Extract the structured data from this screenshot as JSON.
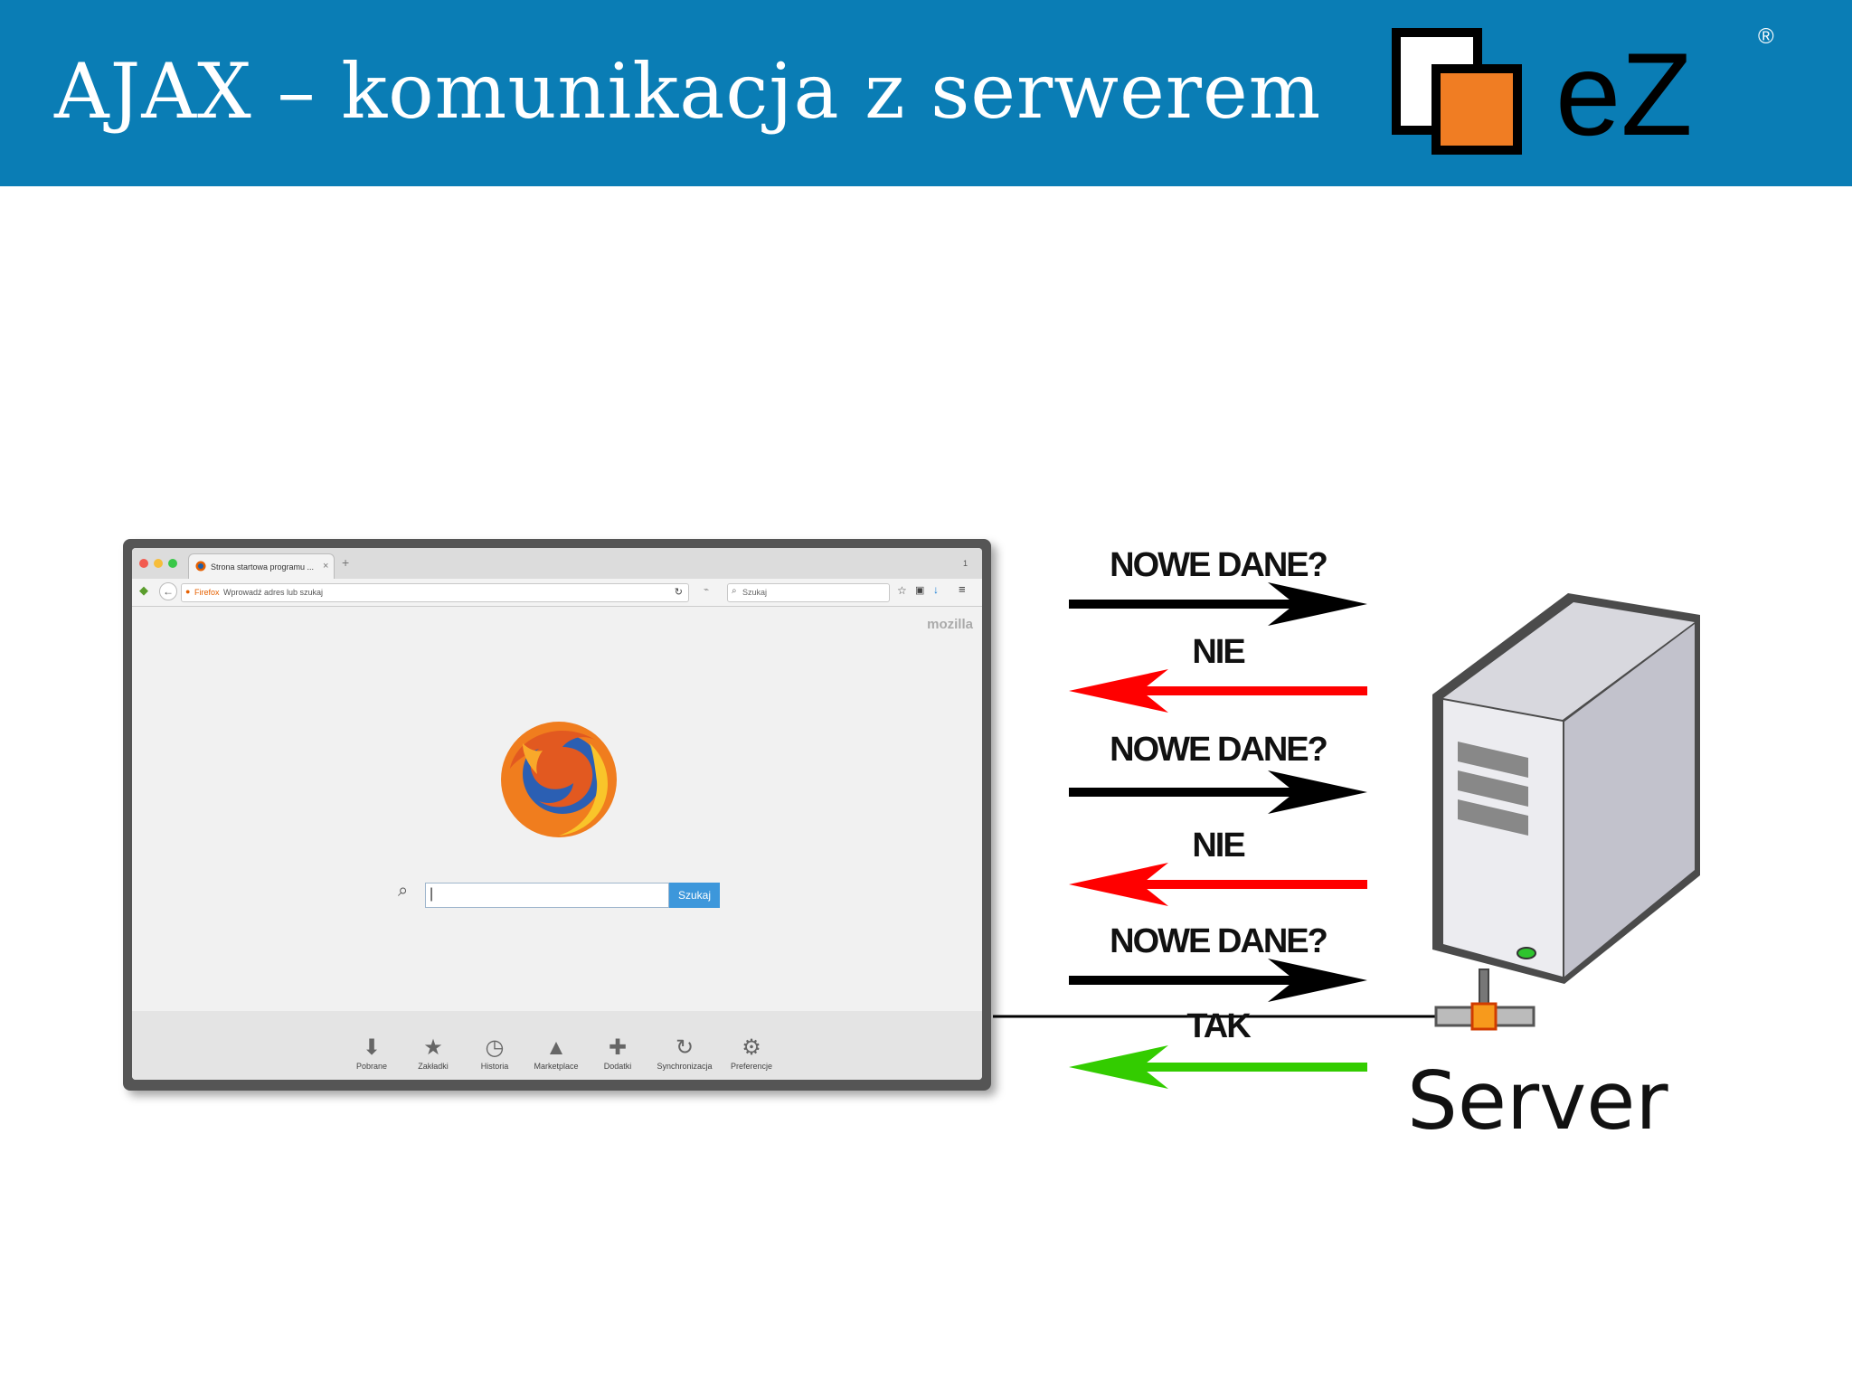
{
  "slide": {
    "title": "AJAX – komunikacja z serwerem",
    "logo_text": "eZ",
    "logo_registered": "®"
  },
  "browser": {
    "tab_title": "Strona startowa programu ...",
    "url_badge": "Firefox",
    "url_placeholder": "Wprowadź adres lub szukaj",
    "search_placeholder": "Szukaj",
    "brand": "mozilla",
    "search_button": "Szukaj",
    "tab_count": "1",
    "bottom_items": [
      {
        "label": "Pobrane",
        "icon": "download-icon"
      },
      {
        "label": "Zakładki",
        "icon": "star-icon"
      },
      {
        "label": "Historia",
        "icon": "clock-icon"
      },
      {
        "label": "Marketplace",
        "icon": "rocket-icon"
      },
      {
        "label": "Dodatki",
        "icon": "puzzle-icon"
      },
      {
        "label": "Synchronizacja",
        "icon": "sync-icon"
      },
      {
        "label": "Preferencje",
        "icon": "gear-icon"
      }
    ]
  },
  "messages": [
    {
      "text": "NOWE DANE?",
      "direction": "to-server",
      "color": "#000000"
    },
    {
      "text": "NIE",
      "direction": "to-browser",
      "color": "#ff0000"
    },
    {
      "text": "NOWE DANE?",
      "direction": "to-server",
      "color": "#000000"
    },
    {
      "text": "NIE",
      "direction": "to-browser",
      "color": "#ff0000"
    },
    {
      "text": "NOWE DANE?",
      "direction": "to-server",
      "color": "#000000"
    },
    {
      "text": "TAK",
      "direction": "to-browser",
      "color": "#33cc00"
    }
  ],
  "server": {
    "label": "Server"
  },
  "colors": {
    "header": "#0a7db5",
    "logo_orange": "#f07d23"
  }
}
